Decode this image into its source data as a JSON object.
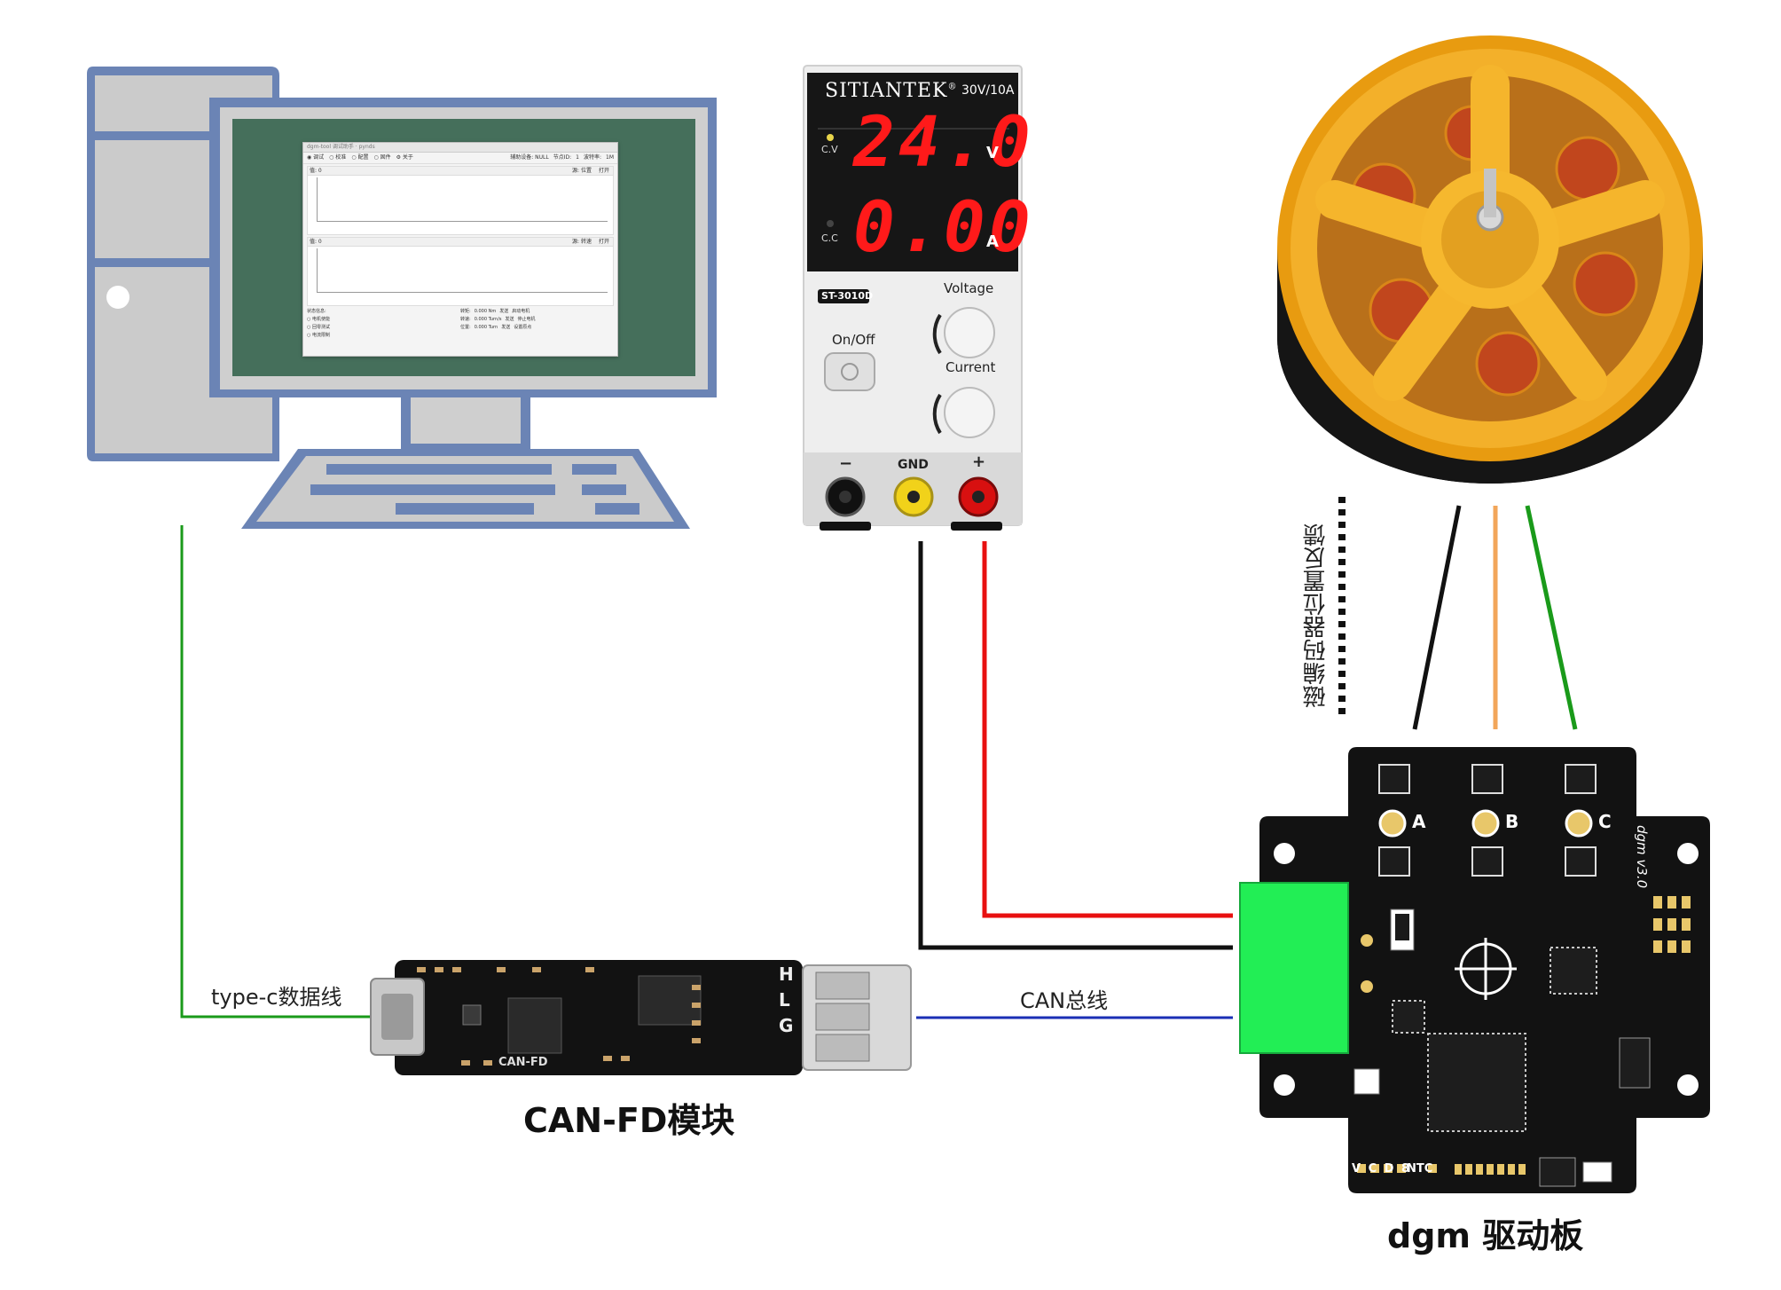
{
  "pc": {
    "window_title": "dgm-tool 调试助手 · pynds",
    "menu": [
      "◉ 调试",
      "○ 校准",
      "○ 配置",
      "○ 固件",
      "⚙ 关于"
    ],
    "toolbar": {
      "device_label": "辅助设备: NULL",
      "node_label": "节点ID:",
      "node_value": "1",
      "baud_label": "波特率:",
      "baud_value": "1M"
    },
    "plot1": {
      "label": "值: 0",
      "source_label": "源: 位置",
      "open_label": "打开"
    },
    "plot2": {
      "label": "值: 0",
      "source_label": "源: 转速",
      "open_label": "打开"
    },
    "status_title": "状态信息:",
    "status_options": [
      "○ 电机使能",
      "○ 回零测试",
      "○ 电流限制"
    ],
    "fields": [
      {
        "label": "转矩:",
        "value": "0.000 Nm",
        "send": "发送",
        "action": "启动电机"
      },
      {
        "label": "转速:",
        "value": "0.000 Turn/s",
        "send": "发送",
        "action": "停止电机"
      },
      {
        "label": "位置:",
        "value": "0.000 Turn",
        "send": "发送",
        "action": "设置原点"
      }
    ]
  },
  "psu": {
    "brand": "SITIANTEK",
    "brand_mark": "®",
    "rating": "30V/10A",
    "cv_label": "C.V",
    "cc_label": "C.C",
    "voltage_reading": "24.0",
    "voltage_unit": "V",
    "current_reading": "0.00",
    "current_unit": "A",
    "model": "ST-3010D",
    "voltage_knob_label": "Voltage",
    "current_knob_label": "Current",
    "power_label": "On/Off",
    "terminal_minus": "−",
    "terminal_gnd": "GND",
    "terminal_plus": "+"
  },
  "can_module": {
    "silk": "CAN-FD",
    "pins": [
      "H",
      "L",
      "G"
    ],
    "caption": "CAN-FD模块"
  },
  "driver_board": {
    "phases": [
      "A",
      "B",
      "C"
    ],
    "version": "dgm v3.0",
    "pins": "V C D 8",
    "ntc": "NTC",
    "caption": "dgm 驱动板"
  },
  "wires": {
    "usb_label": "type-c数据线",
    "can_label": "CAN总线",
    "encoder_label": "磁编码器位置反馈"
  },
  "colors": {
    "monitor": "#6b84b5",
    "monitor_screen": "#456f5b",
    "tower": "#c9c9c9",
    "usb_wire": "#1a9a1a",
    "can_wire": "#1a2fb5",
    "power_red": "#e81010",
    "power_black": "#111111",
    "motor_gold": "#f0a818",
    "phase_orange": "#f2a65a",
    "phase_green": "#1a9a1a",
    "connector_green": "#22ee55"
  }
}
